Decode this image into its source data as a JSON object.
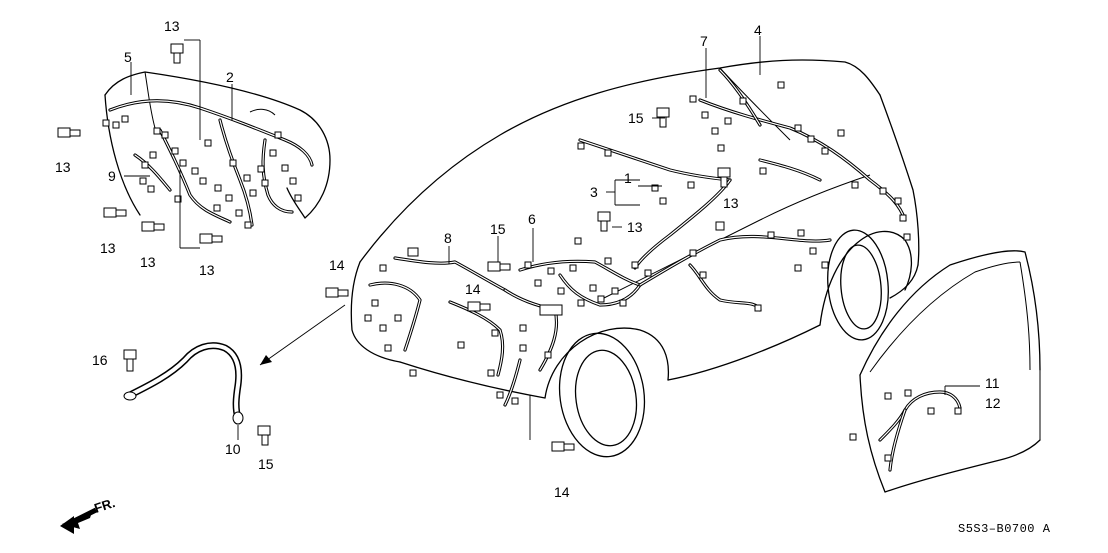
{
  "diagram": {
    "diagram_code": "S5S3–B0700 A",
    "direction_label": "FR.",
    "callouts": [
      {
        "id": "c13a",
        "label": "13"
      },
      {
        "id": "c5",
        "label": "5"
      },
      {
        "id": "c2",
        "label": "2"
      },
      {
        "id": "c13b",
        "label": "13"
      },
      {
        "id": "c9",
        "label": "9"
      },
      {
        "id": "c13c",
        "label": "13"
      },
      {
        "id": "c13d",
        "label": "13"
      },
      {
        "id": "c13e",
        "label": "13"
      },
      {
        "id": "c7",
        "label": "7"
      },
      {
        "id": "c4",
        "label": "4"
      },
      {
        "id": "c15a",
        "label": "15"
      },
      {
        "id": "c1",
        "label": "1"
      },
      {
        "id": "c3",
        "label": "3"
      },
      {
        "id": "c13f",
        "label": "13"
      },
      {
        "id": "c13g",
        "label": "13"
      },
      {
        "id": "c6",
        "label": "6"
      },
      {
        "id": "c15b",
        "label": "15"
      },
      {
        "id": "c8",
        "label": "8"
      },
      {
        "id": "c14a",
        "label": "14"
      },
      {
        "id": "c14b",
        "label": "14"
      },
      {
        "id": "c16",
        "label": "16"
      },
      {
        "id": "c10",
        "label": "10"
      },
      {
        "id": "c15c",
        "label": "15"
      },
      {
        "id": "c14c",
        "label": "14"
      },
      {
        "id": "c11",
        "label": "11"
      },
      {
        "id": "c12",
        "label": "12"
      }
    ]
  }
}
